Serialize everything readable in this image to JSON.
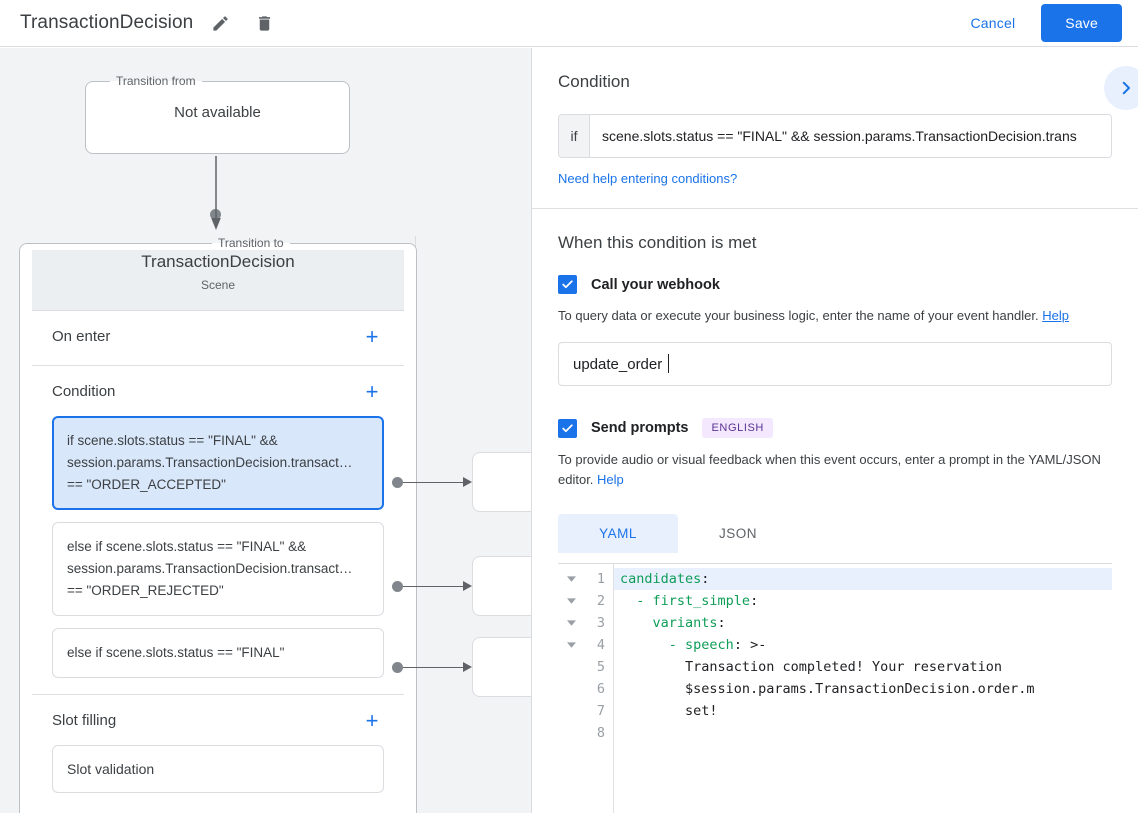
{
  "header": {
    "title": "TransactionDecision",
    "edit_icon": "pencil-icon",
    "delete_icon": "trash-icon",
    "cancel_label": "Cancel",
    "save_label": "Save",
    "accent_color": "#1a73e8"
  },
  "canvas": {
    "transition_from": {
      "legend": "Transition from",
      "value": "Not available"
    },
    "transition_to": {
      "legend": "Transition to",
      "name": "TransactionDecision",
      "type": "Scene"
    },
    "sections": {
      "on_enter": {
        "title": "On enter",
        "add_label": "+"
      },
      "condition": {
        "title": "Condition",
        "add_label": "+",
        "items": [
          {
            "text": "if scene.slots.status == \"FINAL\" && session.params.TransactionDecision.transact… == \"ORDER_ACCEPTED\"",
            "selected": true
          },
          {
            "text": "else if scene.slots.status == \"FINAL\" && session.params.TransactionDecision.transact… == \"ORDER_REJECTED\"",
            "selected": false
          },
          {
            "text": "else if scene.slots.status == \"FINAL\"",
            "selected": false
          }
        ]
      },
      "slot_filling": {
        "title": "Slot filling",
        "add_label": "+",
        "items": [
          {
            "text": "Slot validation"
          }
        ]
      }
    }
  },
  "panel": {
    "condition_section": {
      "heading": "Condition",
      "collapse_icon": "chevron-right-icon",
      "prefix": "if",
      "value": "scene.slots.status == \"FINAL\" && session.params.TransactionDecision.trans",
      "help_link": "Need help entering conditions?"
    },
    "when_met": {
      "heading": "When this condition is met",
      "webhook": {
        "label": "Call your webhook",
        "checked": true,
        "hint": "To query data or execute your business logic, enter the name of your event handler.",
        "hint_link": "Help",
        "value": "update_order",
        "placeholder": ""
      },
      "prompts": {
        "label": "Send prompts",
        "checked": true,
        "language_badge": "ENGLISH",
        "hint": "To provide audio or visual feedback when this event occurs, enter a prompt in the YAML/JSON editor.",
        "hint_link": "Help",
        "tabs": [
          {
            "label": "YAML",
            "active": true
          },
          {
            "label": "JSON",
            "active": false
          }
        ],
        "editor": {
          "lines": [
            {
              "n": "1",
              "fold": true,
              "highlight": true,
              "key": "candidates",
              "indent": 0,
              "rest": ":"
            },
            {
              "n": "2",
              "fold": true,
              "highlight": false,
              "key": "- first_simple",
              "indent": 1,
              "rest": ":"
            },
            {
              "n": "3",
              "fold": true,
              "highlight": false,
              "key": "variants",
              "indent": 2,
              "rest": ":"
            },
            {
              "n": "4",
              "fold": true,
              "highlight": false,
              "key": "- speech",
              "indent": 3,
              "rest": ": >-"
            },
            {
              "n": "5",
              "fold": false,
              "highlight": false,
              "key": "",
              "indent": 4,
              "rest": "Transaction completed! Your reservation"
            },
            {
              "n": "6",
              "fold": false,
              "highlight": false,
              "key": "",
              "indent": 4,
              "rest": "$session.params.TransactionDecision.order.m"
            },
            {
              "n": "7",
              "fold": false,
              "highlight": false,
              "key": "",
              "indent": 4,
              "rest": "set!"
            },
            {
              "n": "8",
              "fold": false,
              "highlight": false,
              "key": "",
              "indent": 0,
              "rest": ""
            }
          ]
        }
      }
    }
  }
}
